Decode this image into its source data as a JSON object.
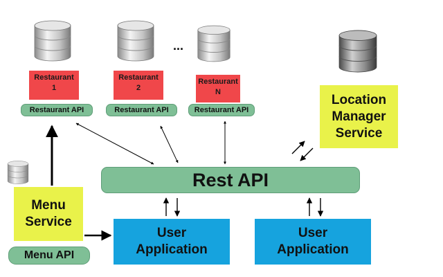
{
  "restaurants": [
    {
      "label": "Restaurant\n1",
      "api": "Restaurant API"
    },
    {
      "label": "Restaurant\n2",
      "api": "Restaurant API"
    },
    {
      "label": "Restaurant\nN",
      "api": "Restaurant API"
    }
  ],
  "ellipsis": "...",
  "location_service": "Location\nManager\nService",
  "rest_api": "Rest API",
  "menu_service": "Menu\nService",
  "menu_api": "Menu API",
  "user_apps": [
    "User\nApplication",
    "User\nApplication"
  ],
  "colors": {
    "restaurant_box": "#f0474a",
    "api_pill": "#7fbf96",
    "service_box": "#e9f24a",
    "user_app_box": "#16a3de"
  }
}
